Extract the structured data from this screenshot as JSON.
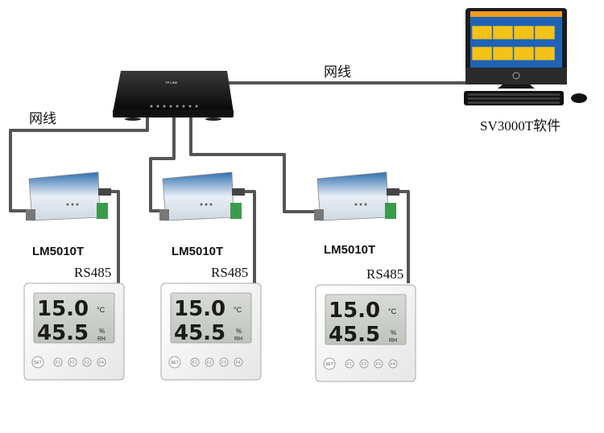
{
  "labels": {
    "cable_top": "网线",
    "cable_left": "网线",
    "software": "SV3000T软件",
    "converter_1": "LM5010T",
    "converter_2": "LM5010T",
    "converter_3": "LM5010T",
    "bus_1": "RS485",
    "bus_2": "RS485",
    "bus_3": "RS485"
  },
  "router": {
    "brand": "TP-LINK"
  },
  "sensors": [
    {
      "temp": "15.0",
      "temp_unit": "°C",
      "hum": "45.5",
      "hum_unit": "%",
      "hum_unit2": "RH",
      "buttons": [
        "SET",
        "F1",
        "F2",
        "F3",
        "F4"
      ]
    },
    {
      "temp": "15.0",
      "temp_unit": "°C",
      "hum": "45.5",
      "hum_unit": "%",
      "hum_unit2": "RH",
      "buttons": [
        "SET",
        "F1",
        "F2",
        "F3",
        "F4"
      ]
    },
    {
      "temp": "15.0",
      "temp_unit": "°C",
      "hum": "45.5",
      "hum_unit": "%",
      "hum_unit2": "RH",
      "buttons": [
        "SET",
        "F1",
        "F2",
        "F3",
        "F4"
      ]
    }
  ],
  "colors": {
    "cable": "#555555",
    "monitor_screen": "#1f63b6",
    "screen_header": "#f29b1d",
    "tile": "#f5c218"
  }
}
